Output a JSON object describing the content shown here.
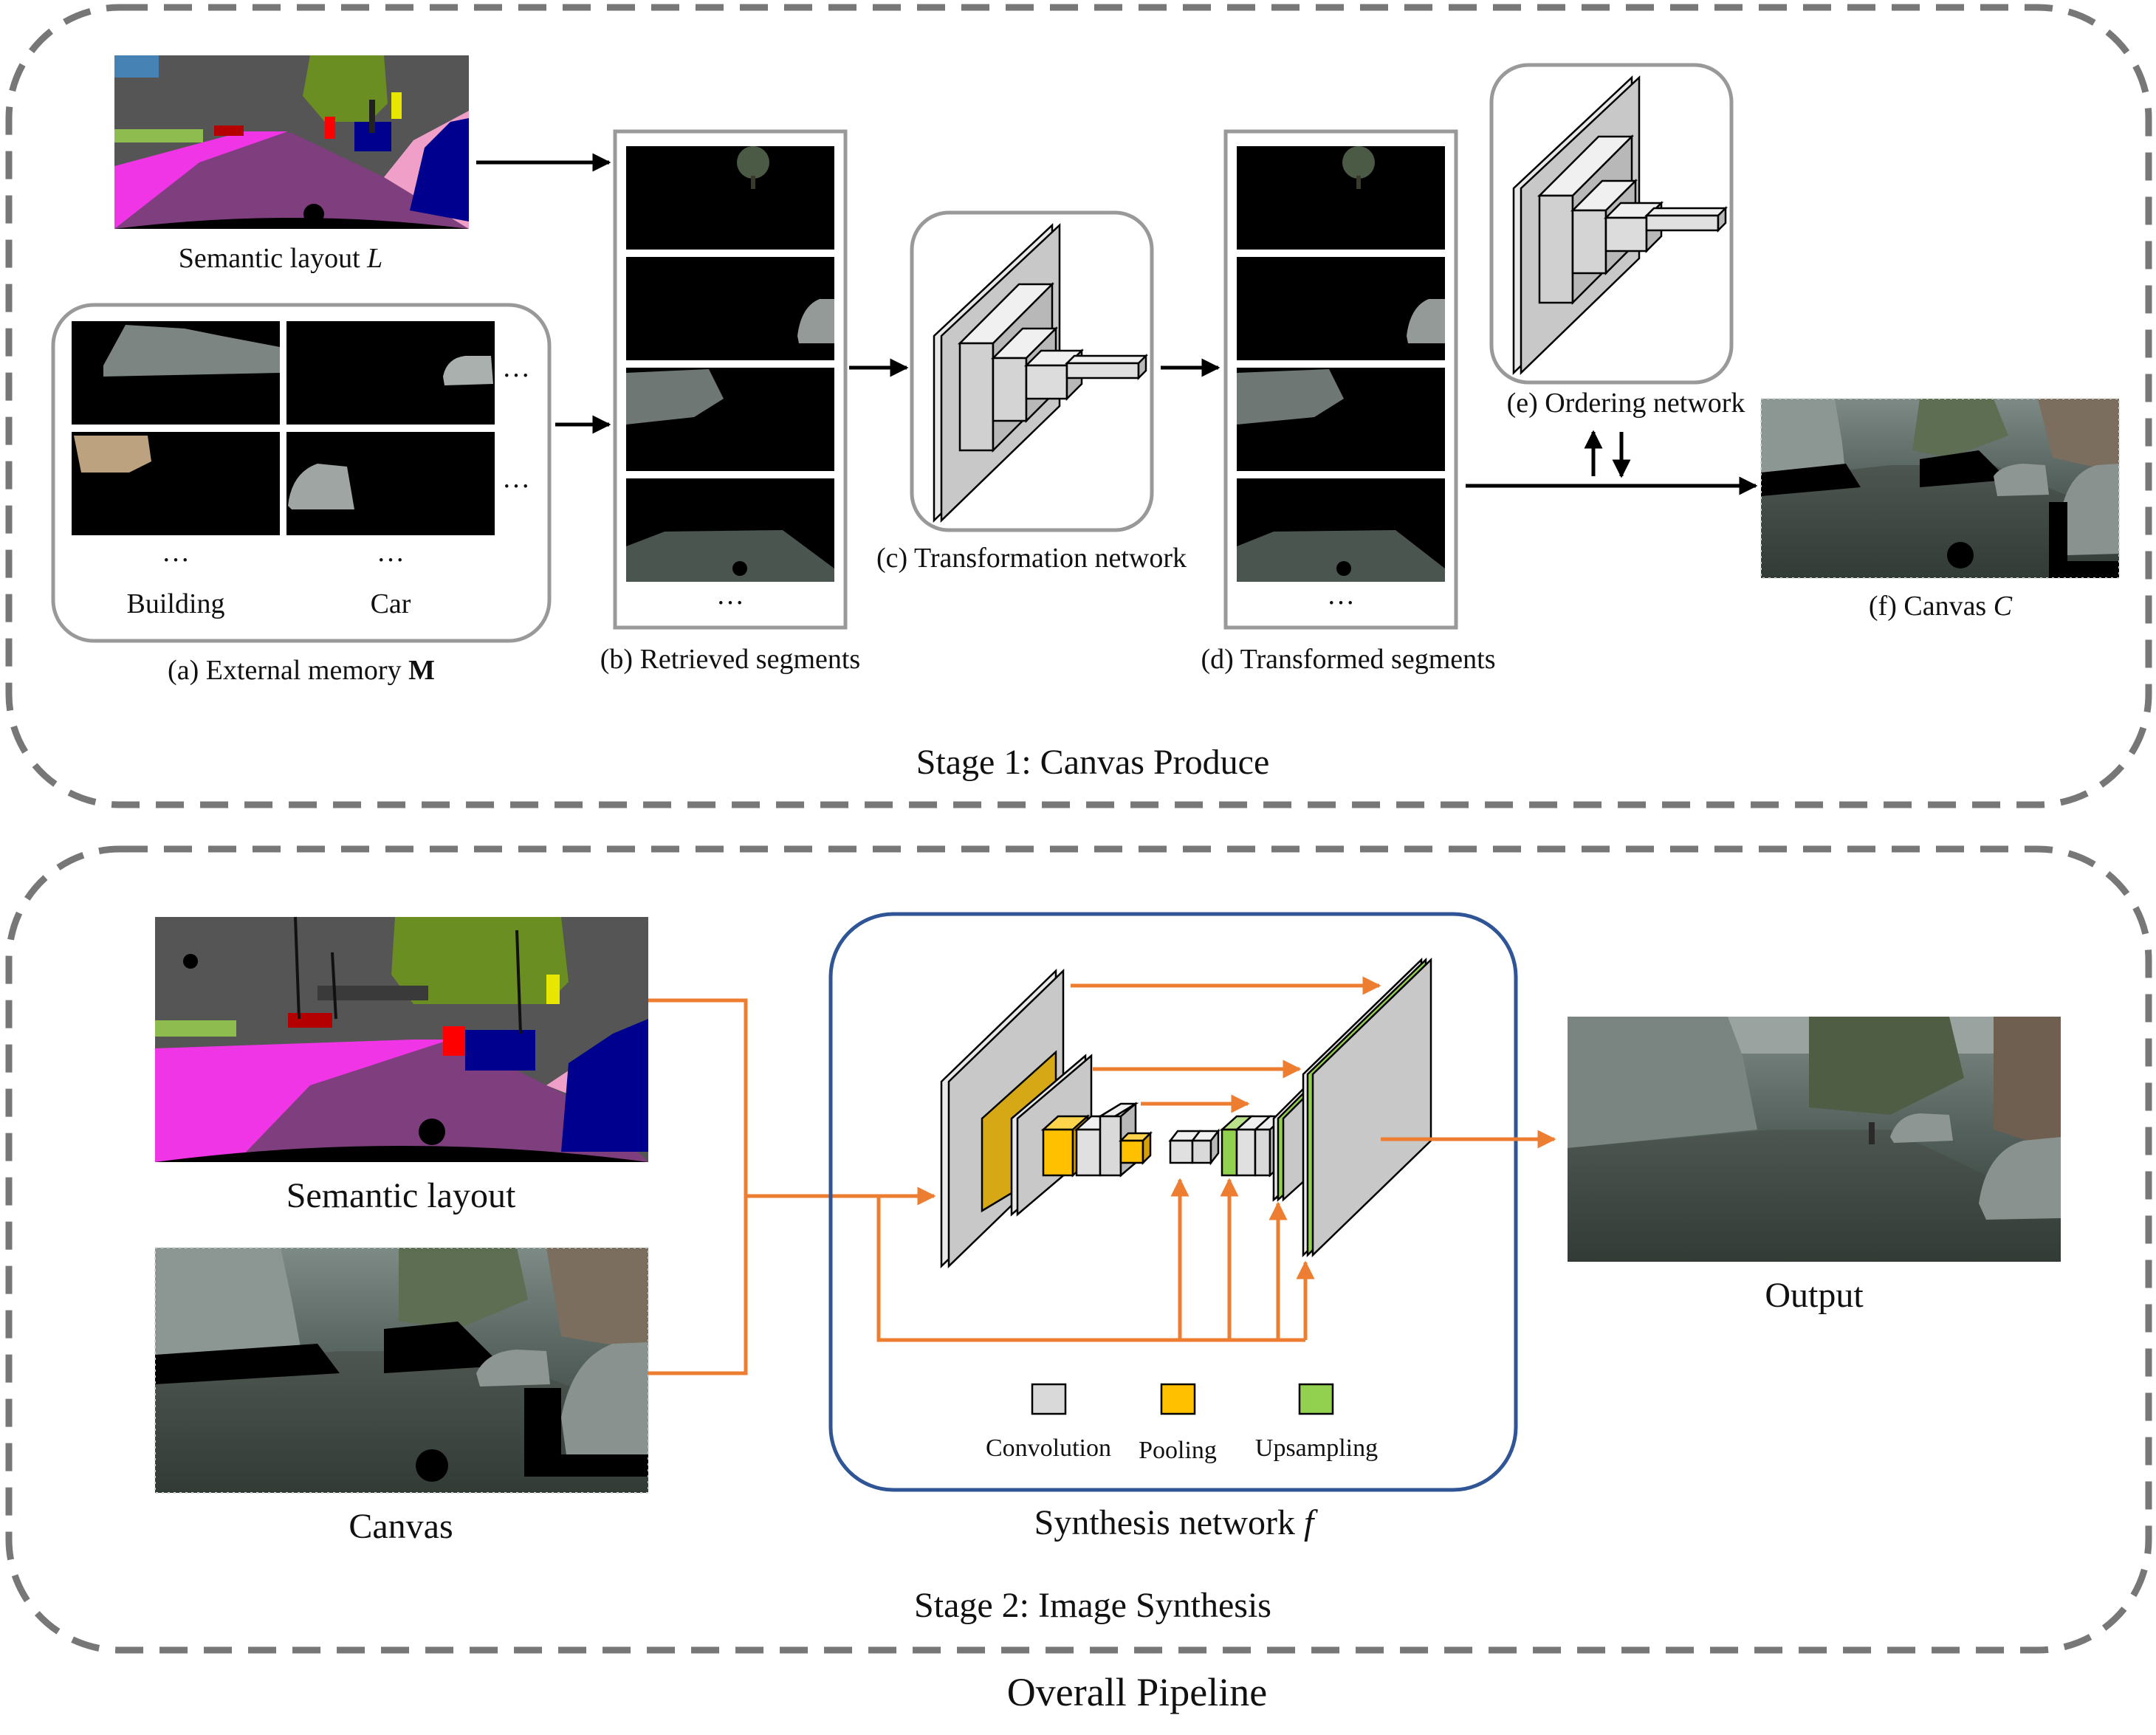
{
  "stage1": {
    "title": "Stage 1: Canvas Produce",
    "semantic_layout_caption_prefix": "Semantic layout ",
    "semantic_layout_caption_var": "L",
    "memory": {
      "col1": "Building",
      "col2": "Car",
      "ellipsis": "…",
      "caption_prefix": "(a) External memory ",
      "caption_var": "M"
    },
    "retrieved_caption": "(b) Retrieved segments",
    "transformation_caption": "(c) Transformation network",
    "transformed_caption": "(d) Transformed segments",
    "ordering_caption": "(e) Ordering network",
    "canvas_caption_prefix": "(f) Canvas ",
    "canvas_caption_var": "C"
  },
  "stage2": {
    "title": "Stage 2: Image Synthesis",
    "semantic_layout_caption": "Semantic layout",
    "canvas_caption": "Canvas",
    "synthesis_caption_prefix": "Synthesis network ",
    "synthesis_caption_var": "f",
    "output_caption": "Output",
    "legend": {
      "convolution": "Convolution",
      "pooling": "Pooling",
      "upsampling": "Upsampling"
    }
  },
  "overall_title": "Overall Pipeline",
  "colors": {
    "dashed_border": "#777777",
    "orange_arrow": "#ed7d31",
    "synthesis_border": "#2f5597",
    "convolution": "#d9d9d9",
    "pooling": "#ffc000",
    "upsampling": "#92d050",
    "road_purple": "#7f3f7f",
    "sidewalk_pink": "#f035e6",
    "vegetation": "#6b8e23",
    "car_blue": "#00008e",
    "sky": "#4682b4"
  }
}
